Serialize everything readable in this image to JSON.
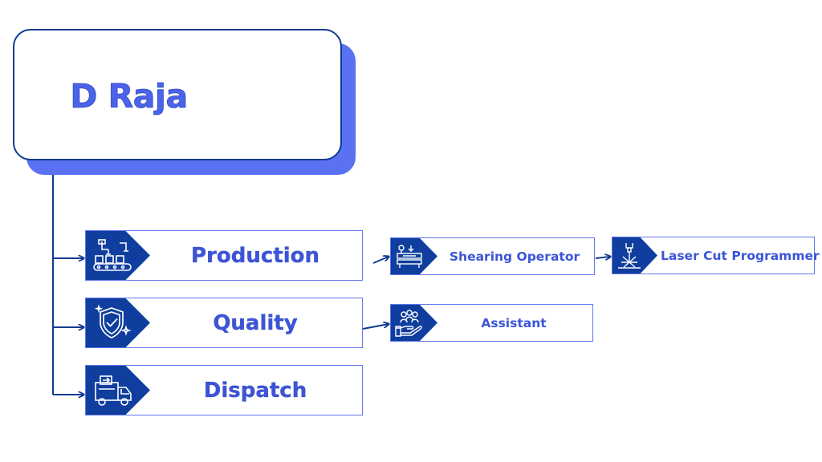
{
  "title": "D Raja",
  "departments": [
    {
      "label": "Production",
      "icon": "conveyor-factory-icon"
    },
    {
      "label": "Quality",
      "icon": "shield-check-icon"
    },
    {
      "label": "Dispatch",
      "icon": "delivery-truck-icon"
    }
  ],
  "roles": [
    {
      "label": "Shearing Operator",
      "icon": "shearing-machine-icon",
      "reports_to": "Production"
    },
    {
      "label": "Laser Cut Programmer",
      "icon": "laser-cutter-icon",
      "reports_to": "Shearing Operator"
    },
    {
      "label": "Assistant",
      "icon": "team-hand-icon",
      "reports_to": "Quality"
    }
  ],
  "colors": {
    "accent": "#4b63ea",
    "dark_blue": "#0f3e9e",
    "border": "#6177ee",
    "shadow": "#5a72f2"
  }
}
